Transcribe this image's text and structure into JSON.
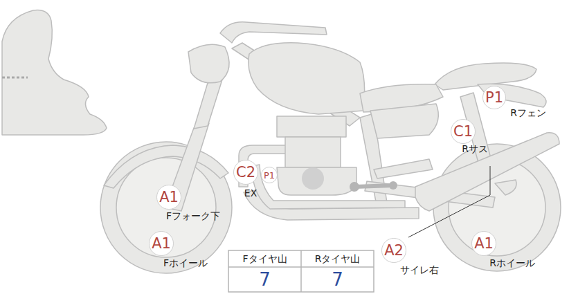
{
  "diagram": {
    "nodes": [
      {
        "text": [
          "P1",
          "Rフェン"
        ]
      },
      {
        "text": [
          "C1",
          "Rサス"
        ]
      },
      {
        "text": [
          "C2",
          "EX"
        ]
      },
      {
        "text": [
          "P1"
        ]
      },
      {
        "text": [
          "A1",
          "Fフォーク下"
        ]
      },
      {
        "text": [
          "A1",
          "Fホイール"
        ]
      },
      {
        "text": [
          "A2",
          "サイレ右"
        ]
      },
      {
        "text": [
          "A1",
          "Rホイール"
        ]
      }
    ],
    "labels": [
      "Fタイヤ山",
      "Rタイヤ山",
      "7",
      "7"
    ]
  }
}
